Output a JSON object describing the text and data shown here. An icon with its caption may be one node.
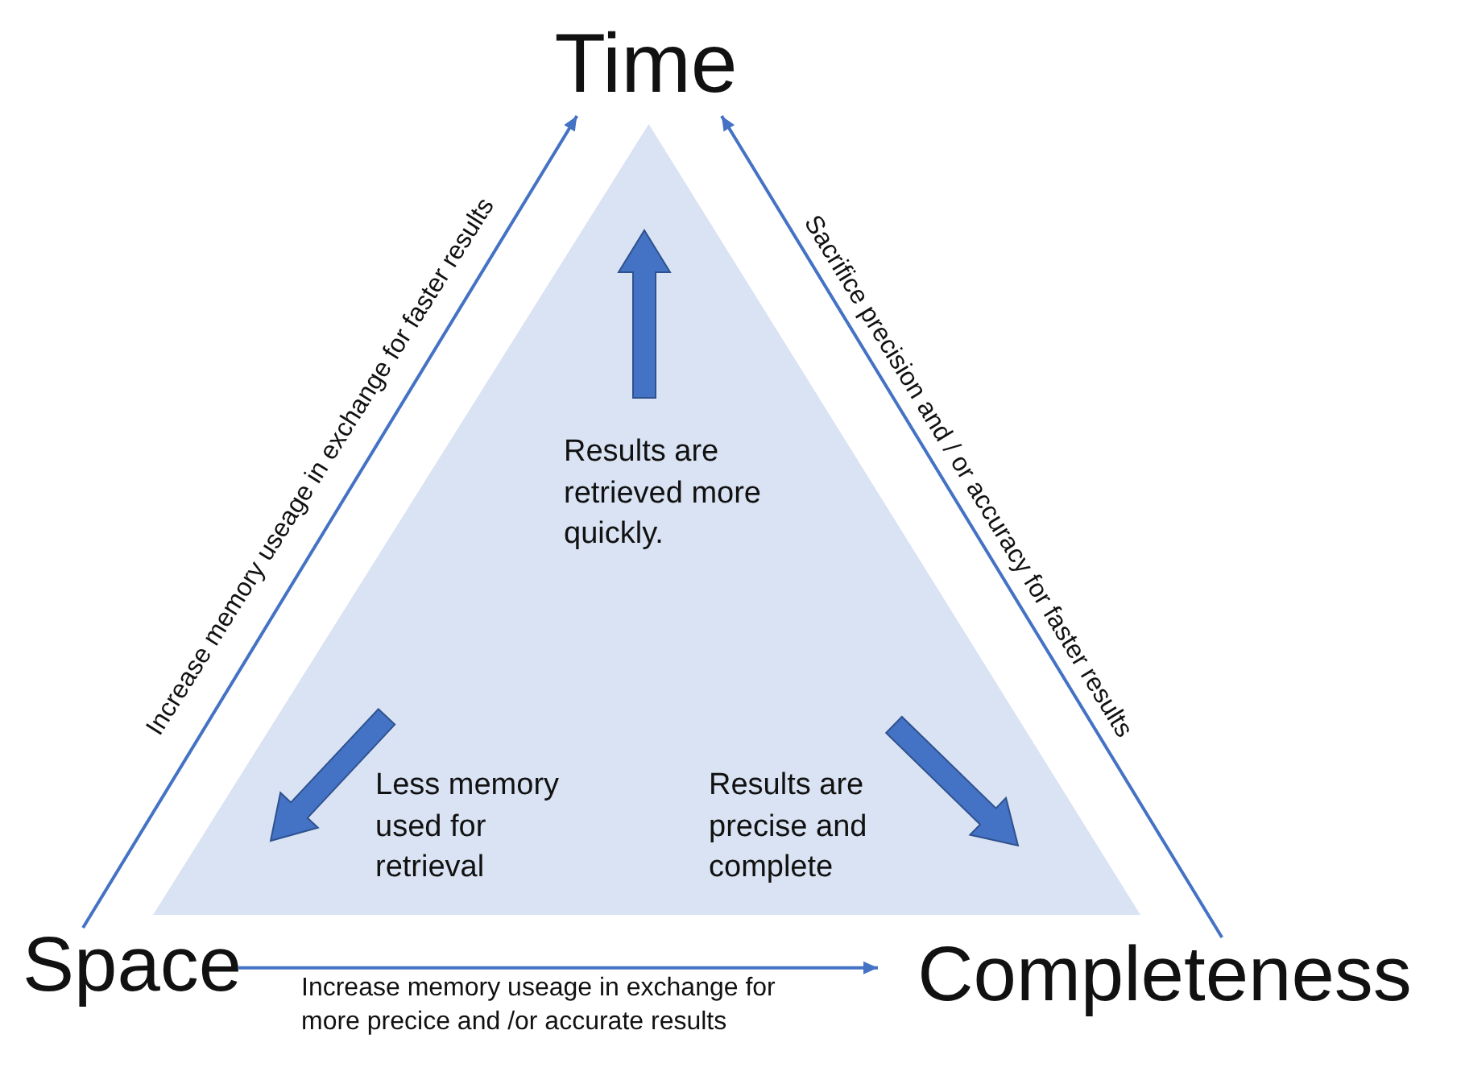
{
  "diagram": {
    "nodes": [
      {
        "text": [
          "Time"
        ]
      },
      {
        "text": [
          "Space"
        ]
      },
      {
        "text": [
          "Completeness"
        ]
      },
      {
        "text": [
          "Results are retrieved more quickly.",
          "Less memory used for retrieval",
          "Results are precise and complete"
        ]
      }
    ],
    "edges": [
      {
        "from": 1,
        "to": 0,
        "arrow": "to",
        "label": "Increase memory useage in exchange for faster results"
      },
      {
        "from": 2,
        "to": 0,
        "arrow": "to",
        "label": "Sacrifice precision and / or accuracy for faster results"
      },
      {
        "from": 1,
        "to": 2,
        "arrow": "to",
        "label": "Increase memory useage in exchange for more precice and /or accurate results"
      }
    ]
  }
}
